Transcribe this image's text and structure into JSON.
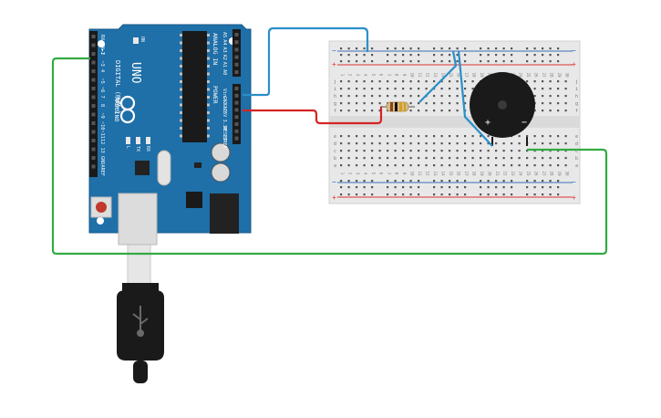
{
  "arduino": {
    "brand": "ARDUINO",
    "model": "UNO",
    "on_label": "ON",
    "digital_label": "DIGITAL (PWM~)",
    "analog_in_label": "ANALOG IN",
    "power_label": "POWER",
    "digital_pins": [
      "RX◄0",
      "TX►1",
      "2",
      "~3",
      "4",
      "~5",
      "~6",
      "7",
      "8",
      "~9",
      "~10",
      "~11",
      "12",
      "13",
      "GND",
      "AREF"
    ],
    "power_pins": [
      "IOREF",
      "RESET",
      "3.3V",
      "5V",
      "GND",
      "GND",
      "Vin"
    ],
    "analog_pins": [
      "A0",
      "A1",
      "A2",
      "A3",
      "A4",
      "A5"
    ],
    "led_labels": [
      "L",
      "TX",
      "RX"
    ],
    "board_color": "#1f6fa8"
  },
  "breadboard": {
    "column_numbers": [
      "1",
      "2",
      "3",
      "4",
      "5",
      "6",
      "7",
      "8",
      "9",
      "10",
      "11",
      "12",
      "13",
      "14",
      "15",
      "16",
      "17",
      "18",
      "19",
      "20",
      "21",
      "22",
      "23",
      "24",
      "25",
      "26",
      "27",
      "28",
      "29",
      "30"
    ],
    "top_rows": [
      "j",
      "i",
      "h",
      "g",
      "f"
    ],
    "bottom_rows": [
      "e",
      "d",
      "c",
      "b",
      "a"
    ],
    "rail_plus": "+",
    "rail_minus": "−"
  },
  "buzzer": {
    "plus_label": "+",
    "minus_label": "−"
  },
  "wires": [
    {
      "color": "#2a8fc9"
    },
    {
      "color": "#d42424"
    },
    {
      "color": "#33aa44"
    }
  ]
}
